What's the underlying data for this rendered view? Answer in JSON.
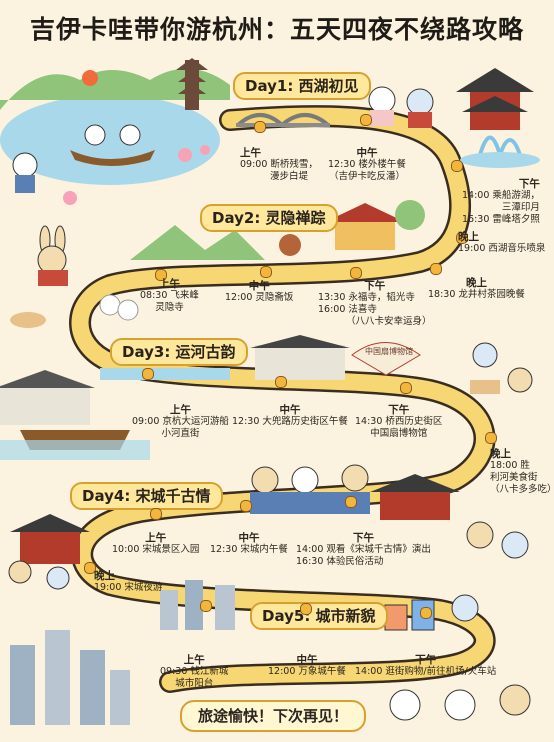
{
  "title": "吉伊卡哇带你游杭州：五天四夜不绕路攻略",
  "fan_label": "中国扇博物馆",
  "days": [
    {
      "label": "Day1: 西湖初见",
      "stops": [
        {
          "period": "上午",
          "lines": [
            "09:00 断桥残雪，",
            "漫步白堤"
          ]
        },
        {
          "period": "中午",
          "lines": [
            "12:30 楼外楼午餐",
            "（吉伊卡吃反潘）"
          ]
        },
        {
          "period": "下午",
          "lines": [
            "14:00 乘船游湖，",
            "三潭印月",
            "16:30 雷峰塔夕照"
          ]
        },
        {
          "period": "晚上",
          "lines": [
            "19:00 西湖音乐喷泉"
          ]
        }
      ]
    },
    {
      "label": "Day2: 灵隐禅踪",
      "stops": [
        {
          "period": "上午",
          "lines": [
            "08:30 飞来峰",
            "灵隐寺"
          ]
        },
        {
          "period": "中午",
          "lines": [
            "12:00 灵隐斋饭"
          ]
        },
        {
          "period": "下午",
          "lines": [
            "13:30 永福寺，韬光寺",
            "16:00 法喜寺",
            "（八八卡安幸运身）"
          ]
        },
        {
          "period": "晚上",
          "lines": [
            "18:30 龙井村茶园晚餐"
          ]
        }
      ]
    },
    {
      "label": "Day3: 运河古韵",
      "stops": [
        {
          "period": "上午",
          "lines": [
            "09:00 京杭大运河游船",
            "小河直街"
          ]
        },
        {
          "period": "中午",
          "lines": [
            "12:30 大兜路历史街区午餐"
          ]
        },
        {
          "period": "下午",
          "lines": [
            "14:30 桥西历史街区",
            "中国扇博物馆"
          ]
        },
        {
          "period": "晚上",
          "lines": [
            "18:00 胜",
            "利河美食街",
            "（八卡多多吃）"
          ]
        }
      ]
    },
    {
      "label": "Day4: 宋城千古情",
      "stops": [
        {
          "period": "上午",
          "lines": [
            "10:00 宋城景区入园"
          ]
        },
        {
          "period": "中午",
          "lines": [
            "12:30 宋城内午餐"
          ]
        },
        {
          "period": "下午",
          "lines": [
            "14:00 观看《宋城千古情》演出",
            "16:30 体验民俗活动"
          ]
        },
        {
          "period": "晚上",
          "lines": [
            "19:00 宋城夜游"
          ]
        }
      ]
    },
    {
      "label": "Day5: 城市新貌",
      "stops": [
        {
          "period": "上午",
          "lines": [
            "09:30 钱江新城",
            "城市阳台"
          ]
        },
        {
          "period": "中午",
          "lines": [
            "12:00 万象城午餐"
          ]
        },
        {
          "period": "下午",
          "lines": [
            "14:00 逛街购物/前往机场/火车站"
          ]
        }
      ]
    }
  ],
  "closing": "旅途愉快！下次再见！",
  "colors": {
    "background": "#fbf3df",
    "road": "#f7d774",
    "road_edge": "#3a2d20",
    "lake": "#a9d8ea",
    "hill": "#8fc47a",
    "day_badge": "#ffe89c",
    "badge_border": "#d6a12e",
    "roof": "#b23b2c"
  },
  "icons": [
    "pagoda-icon",
    "bridge-icon",
    "boat-icon",
    "temple-icon",
    "teapot-icon",
    "fan-icon",
    "skyline-icon",
    "shopping-bag-icon",
    "cute-character-icon",
    "lotus-icon"
  ]
}
